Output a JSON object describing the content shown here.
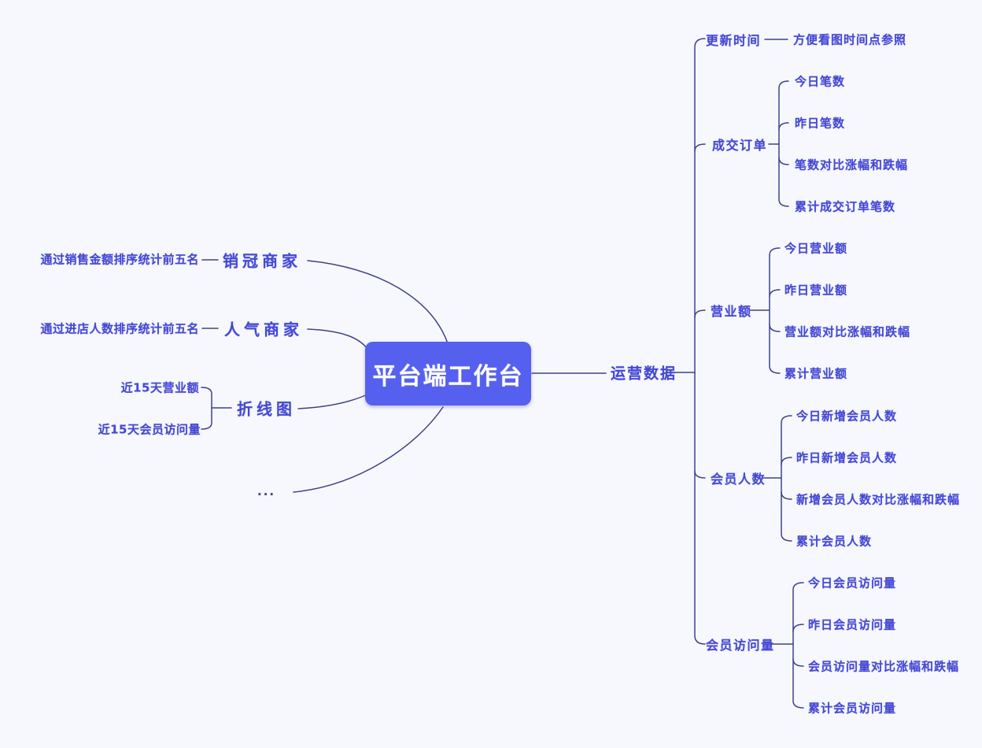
{
  "map": {
    "root": "平台端工作台",
    "left_branches": [
      {
        "desc": "通过销售金额排序统计前五名",
        "label": "销冠商家"
      },
      {
        "desc": "通过进店人数排序统计前五名",
        "label": "人气商家"
      },
      {
        "label": "折线图",
        "children": [
          "近15天营业额",
          "近15天会员访问量"
        ]
      },
      {
        "label": "..."
      }
    ],
    "right_branch": {
      "label": "运营数据",
      "categories": [
        {
          "label": "更新时间",
          "children": [
            "方便看图时间点参照"
          ]
        },
        {
          "label": "成交订单",
          "children": [
            "今日笔数",
            "昨日笔数",
            "笔数对比涨幅和跌幅",
            "累计成交订单笔数"
          ]
        },
        {
          "label": "营业额",
          "children": [
            "今日营业额",
            "昨日营业额",
            "营业额对比涨幅和跌幅",
            "累计营业额"
          ]
        },
        {
          "label": "会员人数",
          "children": [
            "今日新增会员人数",
            "昨日新增会员人数",
            "新增会员人数对比涨幅和跌幅",
            "累计会员人数"
          ]
        },
        {
          "label": "会员访问量",
          "children": [
            "今日会员访问量",
            "昨日会员访问量",
            "会员访问量对比涨幅和跌幅",
            "累计会员访问量"
          ]
        }
      ]
    },
    "colors": {
      "accent": "#5660ef",
      "text": "#4448d4",
      "line": "#3f4288",
      "background": "#f7f8fd"
    }
  }
}
